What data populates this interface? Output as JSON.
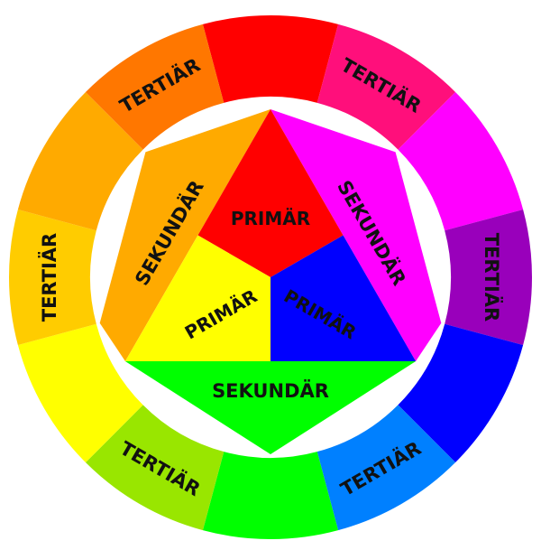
{
  "wheel": {
    "segments": [
      {
        "color": "#ff0000",
        "label": ""
      },
      {
        "color": "#ff0f7b",
        "label": "TERTIÄR"
      },
      {
        "color": "#ff00ff",
        "label": ""
      },
      {
        "color": "#9900bb",
        "label": "TERTIÄR"
      },
      {
        "color": "#0000ff",
        "label": ""
      },
      {
        "color": "#0080ff",
        "label": "TERTIÄR"
      },
      {
        "color": "#00ff00",
        "label": ""
      },
      {
        "color": "#99e600",
        "label": "TERTIÄR"
      },
      {
        "color": "#ffff00",
        "label": ""
      },
      {
        "color": "#ffcc00",
        "label": "TERTIÄR"
      },
      {
        "color": "#ffaa00",
        "label": ""
      },
      {
        "color": "#ff7700",
        "label": "TERTIÄR"
      }
    ]
  },
  "center": {
    "primary": [
      {
        "label": "PRIMÄR",
        "color": "#ff0000"
      },
      {
        "label": "PRIMÄR",
        "color": "#0000ff"
      },
      {
        "label": "PRIMÄR",
        "color": "#ffff00"
      }
    ],
    "secondary": [
      {
        "label": "SEKUNDÄR",
        "color": "#ff00ff"
      },
      {
        "label": "SEKUNDÄR",
        "color": "#00ff00"
      },
      {
        "label": "SEKUNDÄR",
        "color": "#ffaa00"
      }
    ]
  }
}
